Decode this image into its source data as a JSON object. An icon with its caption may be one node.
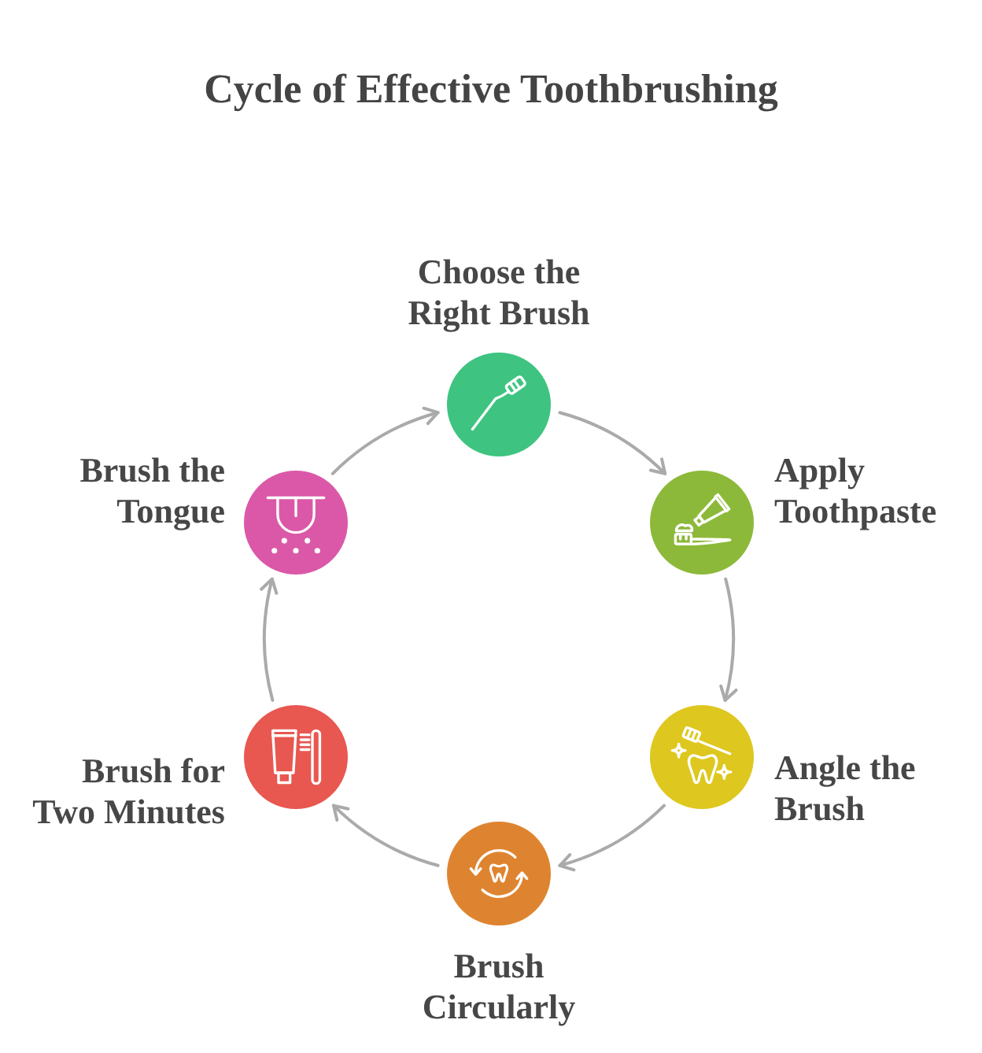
{
  "diagram": {
    "title": "Cycle of Effective Toothbrushing",
    "nodes": [
      {
        "text": [
          "Choose the Right Brush"
        ]
      },
      {
        "text": [
          "Apply Toothpaste"
        ]
      },
      {
        "text": [
          "Angle the Brush"
        ]
      },
      {
        "text": [
          "Brush Circularly"
        ]
      },
      {
        "text": [
          "Brush for Two Minutes"
        ]
      },
      {
        "text": [
          "Brush the Tongue"
        ]
      }
    ],
    "edges": [
      {
        "from": 0,
        "to": 1,
        "arrow": "to"
      },
      {
        "from": 1,
        "to": 2,
        "arrow": "to"
      },
      {
        "from": 2,
        "to": 3,
        "arrow": "to"
      },
      {
        "from": 3,
        "to": 4,
        "arrow": "to"
      },
      {
        "from": 4,
        "to": 5,
        "arrow": "to"
      },
      {
        "from": 5,
        "to": 0,
        "arrow": "to"
      }
    ]
  }
}
